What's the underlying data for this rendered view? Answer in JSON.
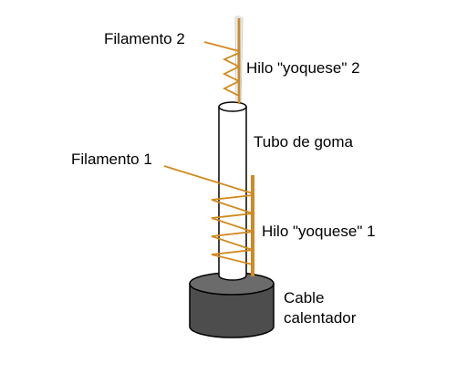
{
  "labels": {
    "filamento_2": "Filamento 2",
    "hilo_2": "Hilo \"yoquese\" 2",
    "tubo": "Tubo de goma",
    "filamento_1": "Filamento 1",
    "hilo_1": "Hilo \"yoquese\" 1",
    "cable_line1": "Cable",
    "cable_line2": "calentador"
  },
  "colors": {
    "wire": "#d18a1e",
    "tube_fill": "#ffffff",
    "tube_stroke": "#000000",
    "cylinder_side": "#4d4d4d",
    "cylinder_top": "#6b6b6b",
    "fibers": "#c8c8c8"
  }
}
